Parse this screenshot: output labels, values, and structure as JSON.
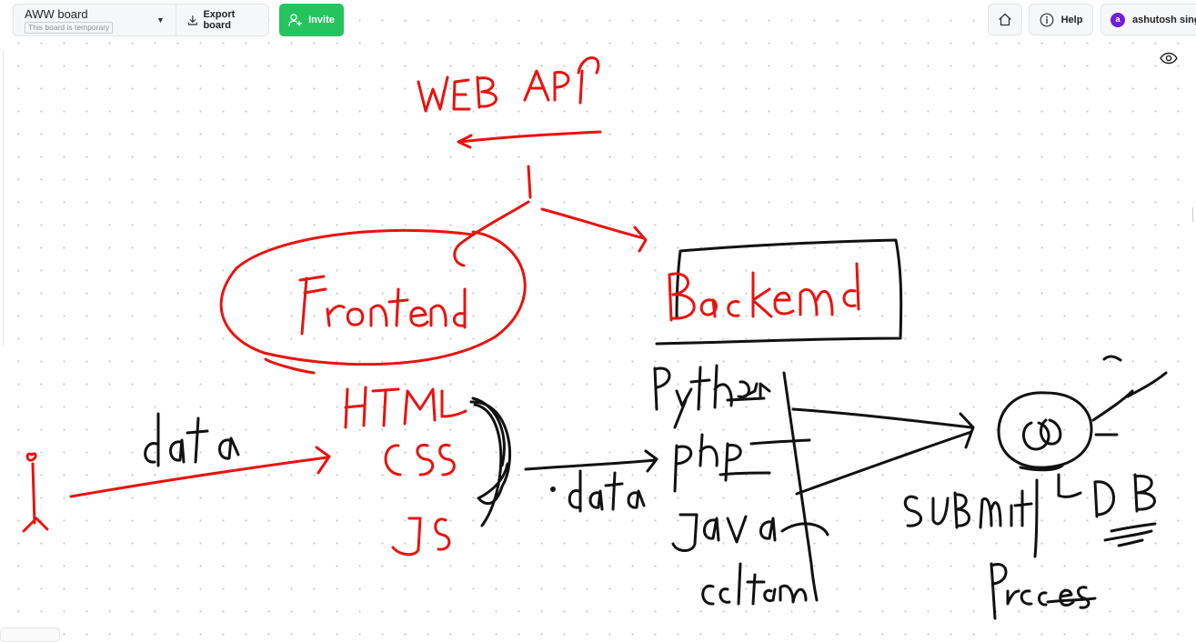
{
  "toolbar": {
    "board_name": "AWW board",
    "board_status": "This board is temporary",
    "export_label": "Export board",
    "invite_label": "Invite",
    "help_label": "Help",
    "user_name": "ashutosh singh",
    "user_initial": "a"
  },
  "icons": {
    "export": "download-icon",
    "invite": "add-user-icon",
    "home": "home-icon",
    "help": "info-icon",
    "view": "eye-icon",
    "caret": "chevron-down-icon"
  },
  "colors": {
    "invite_green": "#25c45e",
    "avatar_purple": "#6f1fd8",
    "ink_red": "#e8130f",
    "ink_black": "#111111"
  }
}
